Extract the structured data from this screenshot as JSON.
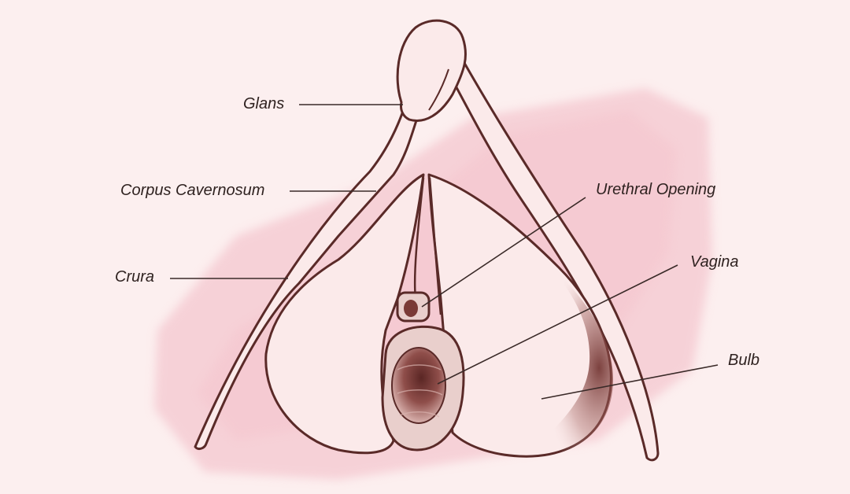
{
  "labels": {
    "glans": "Glans",
    "corpus_cavernosum": "Corpus Cavernosum",
    "crura": "Crura",
    "urethral_opening": "Urethral Opening",
    "vagina": "Vagina",
    "bulb": "Bulb"
  },
  "colors": {
    "background": "#fcefef",
    "watercolor": "#f2b9c4",
    "outline": "#5a2a28",
    "shading": "#7a3a36",
    "organ_fill": "#fbeaea",
    "leader_line": "#3a2a28",
    "label_text": "#2f2220"
  }
}
